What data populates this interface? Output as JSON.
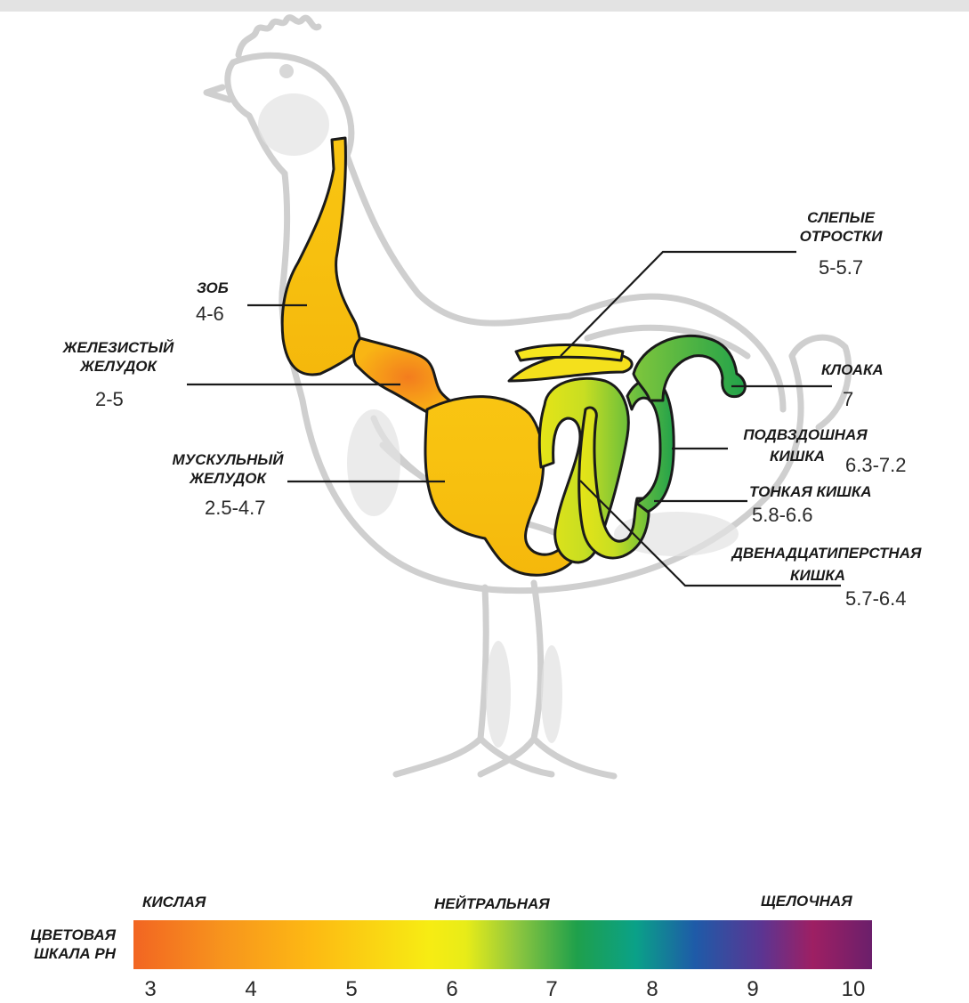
{
  "organs": {
    "crop": {
      "name": "ЗОБ",
      "ph": "4-6"
    },
    "proventriculus": {
      "name_1": "ЖЕЛЕЗИСТЫЙ",
      "name_2": "ЖЕЛУДОК",
      "ph": "2-5"
    },
    "gizzard": {
      "name_1": "МУСКУЛЬНЫЙ",
      "name_2": "ЖЕЛУДОК",
      "ph": "2.5-4.7"
    },
    "caeca": {
      "name_1": "СЛЕПЫЕ",
      "name_2": "ОТРОСТКИ",
      "ph": "5-5.7"
    },
    "cloaca": {
      "name": "КЛОАКА",
      "ph": "7"
    },
    "ileum": {
      "name_1": "ПОДВЗДОШНАЯ",
      "name_2": "КИШКА",
      "ph": "6.3-7.2"
    },
    "small_intestine": {
      "name": "ТОНКАЯ КИШКА",
      "ph": "5.8-6.6"
    },
    "duodenum": {
      "name_1": "ДВЕНАДЦАТИПЕРСТНАЯ",
      "name_2": "КИШКА",
      "ph": "5.7-6.4"
    }
  },
  "scale": {
    "title_1": "ЦВЕТОВАЯ",
    "title_2": "ШКАЛА PH",
    "acid": "КИСЛАЯ",
    "neutral": "НЕЙТРАЛЬНАЯ",
    "alkaline": "ЩЕЛОЧНАЯ",
    "ticks": [
      "3",
      "4",
      "5",
      "6",
      "7",
      "8",
      "9",
      "10"
    ],
    "colors": [
      "#f26522",
      "#fdb913",
      "#f7ec13",
      "#8dc63f",
      "#1fa04b",
      "#1e5ba8",
      "#9e1f63",
      "#6b1f6b"
    ]
  }
}
